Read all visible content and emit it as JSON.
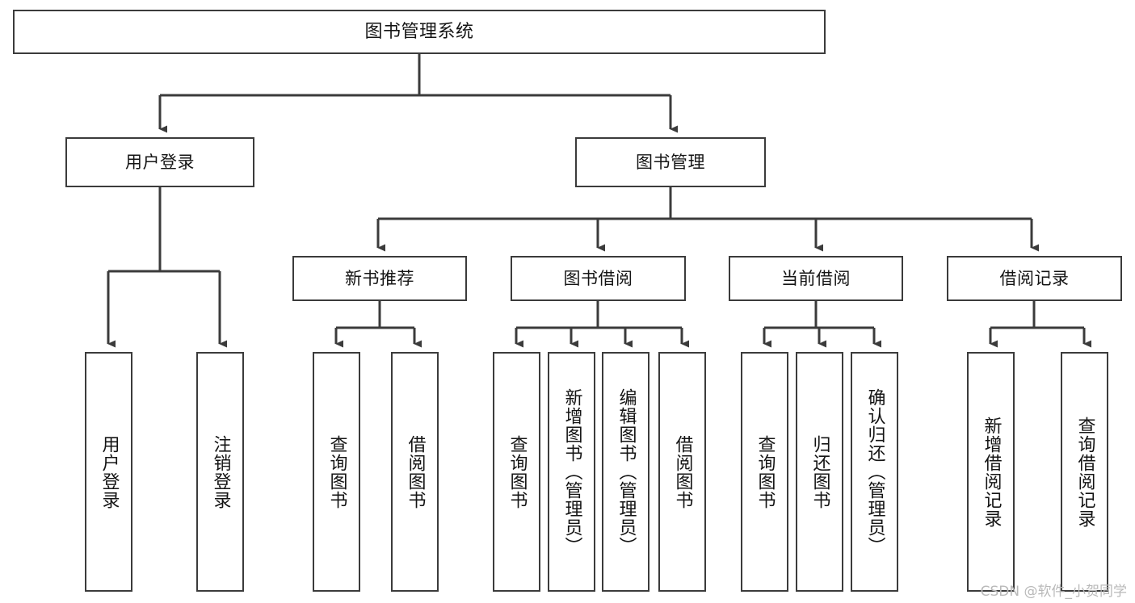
{
  "diagram": {
    "type": "hierarchy-tree",
    "title": "图书管理系统",
    "stroke_color": "#3b3b3b",
    "fill_color": "#ffffff",
    "text_color": "#141414"
  },
  "nodes": {
    "root": {
      "label": "图书管理系统"
    },
    "level1": [
      {
        "label": "用户登录"
      },
      {
        "label": "图书管理"
      }
    ],
    "level2": [
      {
        "label": "新书推荐"
      },
      {
        "label": "图书借阅"
      },
      {
        "label": "当前借阅"
      },
      {
        "label": "借阅记录"
      }
    ],
    "leaves": {
      "user_login": [
        {
          "label": "用户登录"
        },
        {
          "label": "注销登录"
        }
      ],
      "new_book_recommend": [
        {
          "label": "查询图书"
        },
        {
          "label": "借阅图书"
        }
      ],
      "book_borrow": [
        {
          "label": "查询图书"
        },
        {
          "label": "新增图书（管理员）"
        },
        {
          "label": "编辑图书（管理员）"
        },
        {
          "label": "借阅图书"
        }
      ],
      "current_borrow": [
        {
          "label": "查询图书"
        },
        {
          "label": "归还图书"
        },
        {
          "label": "确认归还（管理员）"
        }
      ],
      "borrow_record": [
        {
          "label": "新增借阅记录"
        },
        {
          "label": "查询借阅记录"
        }
      ]
    }
  },
  "watermark": {
    "text": "CSDN @软件_小贺同学"
  }
}
